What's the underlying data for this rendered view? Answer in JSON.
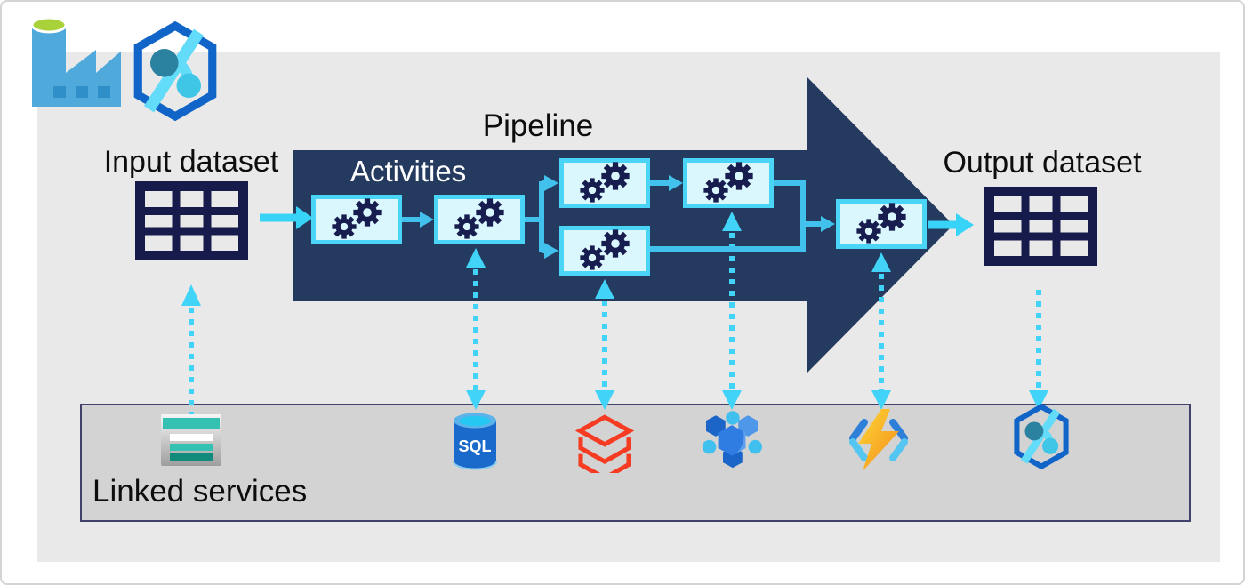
{
  "labels": {
    "pipeline": "Pipeline",
    "activities": "Activities",
    "input_dataset": "Input dataset",
    "output_dataset": "Output dataset",
    "linked_services": "Linked services"
  },
  "logo": {
    "name": "azure-data-factory-logo",
    "parts": [
      "factory-icon",
      "data-factory-hexagon-icon"
    ]
  },
  "pipeline": {
    "shape": "large right-pointing arrow",
    "activity_boxes": 6,
    "flow": [
      "input dataset -> activity 1",
      "activity 1 -> activity 2",
      "activity 2 -> split -> activity 3 (top) and activity 4 (bottom)",
      "activity 3 -> activity 5",
      "activity 5 and activity 4 -> merge -> activity 6",
      "activity 6 -> output dataset"
    ]
  },
  "linked_services": {
    "label": "Linked services",
    "items": [
      {
        "icon": "table-list-icon"
      },
      {
        "icon": "sql-database-icon",
        "label": "SQL"
      },
      {
        "icon": "databricks-icon"
      },
      {
        "icon": "azure-batch-icon"
      },
      {
        "icon": "azure-functions-icon"
      },
      {
        "icon": "data-factory-icon"
      }
    ]
  },
  "connections": {
    "dotted_links": [
      "table-list-icon -> input dataset (up arrow)",
      "sql-database-icon <-> activity 2 (double arrow)",
      "databricks-icon <-> activity 4 (double arrow)",
      "azure-batch-icon <-> activity 5 (double arrow)",
      "azure-functions-icon <-> activity 6 (double arrow)",
      "output dataset -> data-factory-icon (down arrow)"
    ]
  },
  "colors": {
    "panel_bg": "#e9e9e9",
    "pipeline_navy": "#243a5e",
    "dataset_table_navy": "#161b4c",
    "activity_fill": "#dbf7fe",
    "activity_border": "#4ad4f6",
    "connector_cyan": "#42c1ec",
    "bright_arrow_cyan": "#38d4f8",
    "dotted_cyan": "#41d4f8",
    "linked_box_fill": "#d3d3d3",
    "linked_box_border": "#41416b",
    "databricks_red": "#f53b22",
    "functions_orange": "#f9a825",
    "sql_blue": "#1a6acb",
    "teal_icon": "#35c1b2"
  }
}
